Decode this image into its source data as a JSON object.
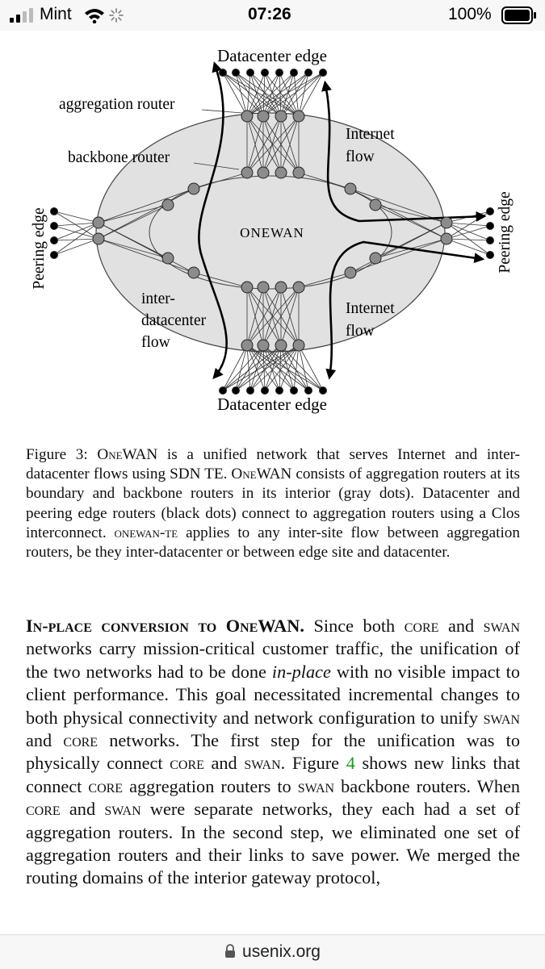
{
  "status_bar": {
    "carrier": "Mint",
    "time": "07:26",
    "battery": "100%",
    "icons": [
      "signal-icon",
      "wifi-icon",
      "loading-spinner-icon",
      "battery-icon"
    ]
  },
  "figure": {
    "labels": {
      "datacenter_edge_top": "Datacenter edge",
      "datacenter_edge_bottom": "Datacenter edge",
      "aggregation_router": "aggregation router",
      "backbone_router": "backbone router",
      "internet_flow_top_1": "Internet",
      "internet_flow_top_2": "flow",
      "internet_flow_bottom_1": "Internet",
      "internet_flow_bottom_2": "flow",
      "peering_edge_left": "Peering edge",
      "peering_edge_right": "Peering edge",
      "center": "ONEWAN",
      "inter_dc_1": "inter-",
      "inter_dc_2": "datacenter",
      "inter_dc_3": "flow"
    },
    "colors": {
      "ellipse_fill": "#e1e1e1",
      "router_gray": "#8c8c8c",
      "edge_black": "#000000"
    }
  },
  "caption": {
    "label": "Figure 3: ",
    "onewan1": "OneWAN",
    "t1": " is a unified network that serves Internet and inter-datacenter flows using SDN TE. ",
    "onewan2": "OneWAN",
    "t2": " consists of aggregation routers at its boundary and backbone routers in its interior (gray dots). Datacenter and peering edge routers (black dots) connect to aggregation routers using a Clos interconnect. ",
    "onewan_te": "onewan-te",
    "t3": " applies to any inter-site flow between aggregation routers, be they inter-datacenter or between edge site and datacenter."
  },
  "body": {
    "heading": "In-place conversion to OneWAN.",
    "s1": " Since both ",
    "core1": "core",
    "s2": " and ",
    "swan1": "swan",
    "s3": " networks carry mission-critical customer traffic, the unification of the two networks had to be done ",
    "inplace": "in-place",
    "s4": " with no visible impact to client performance. This goal necessitated incremental changes to both physical connectivity and network configuration to unify ",
    "swan2": "swan",
    "s5": " and ",
    "core2": "core",
    "s6": " networks. The first step for the unification was to physically connect ",
    "core3": "core",
    "s7": " and ",
    "swan3": "swan",
    "s8": ". Figure ",
    "figref": "4",
    "s9": " shows new links that connect ",
    "core4": "core",
    "s10": " aggregation routers to ",
    "swan4": "swan",
    "s11": " backbone routers. When ",
    "core5": "core",
    "s12": " and ",
    "swan5": "swan",
    "s13": " were separate networks, they each had a set of aggregation routers. In the second step, we eliminated one set of aggregation routers and their links to save power. We merged the routing domains of the interior gateway protocol,"
  },
  "bottom_bar": {
    "url": "usenix.org",
    "icon": "lock-icon"
  }
}
